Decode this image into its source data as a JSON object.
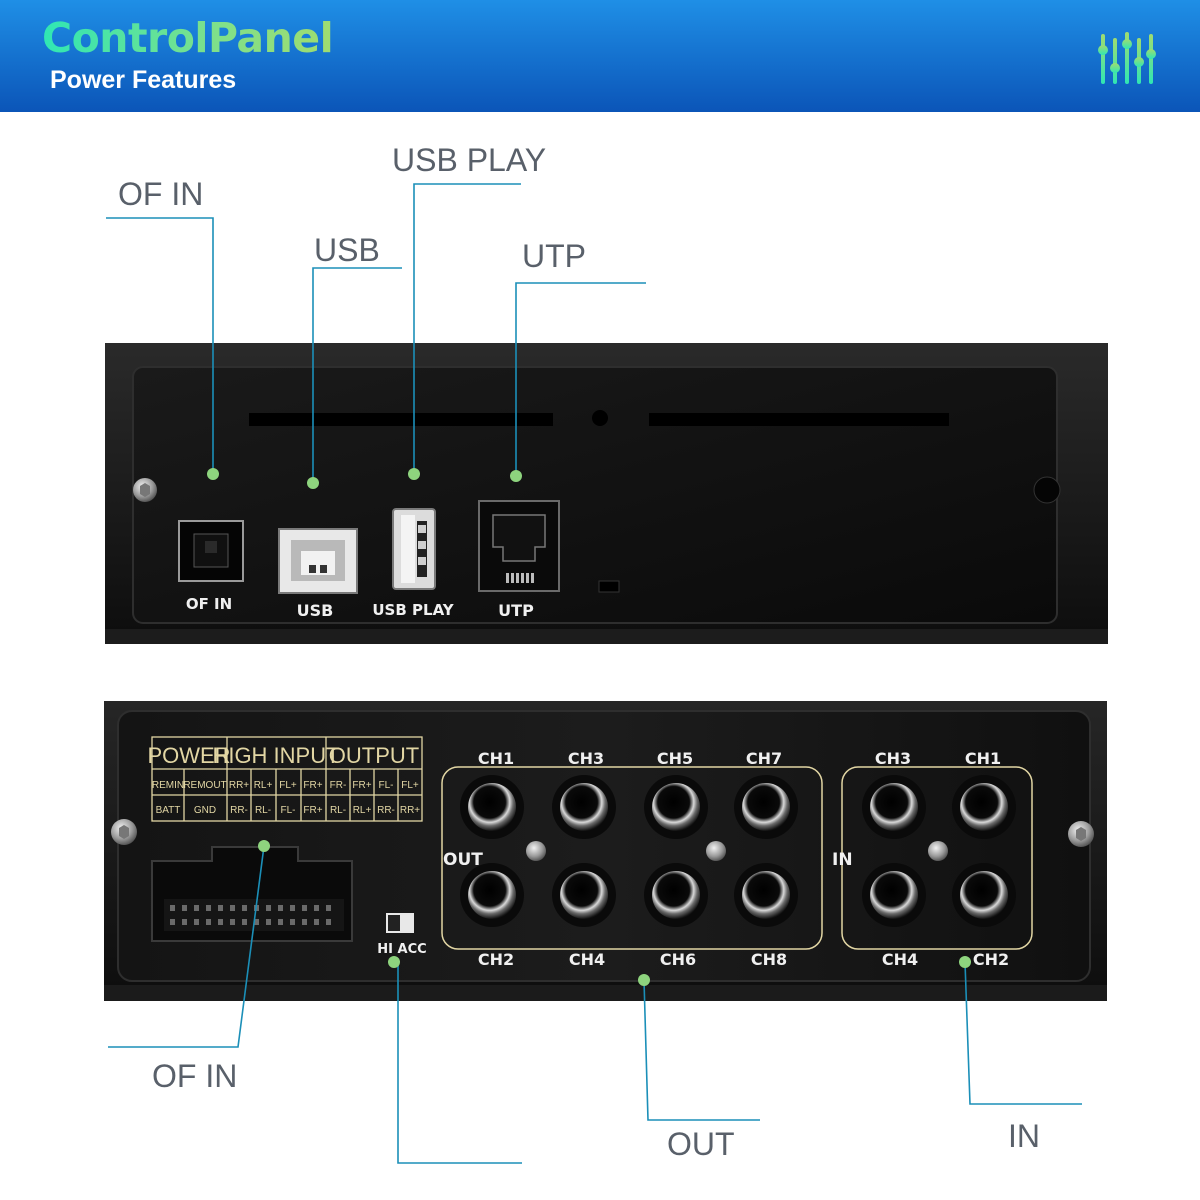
{
  "header": {
    "title": "ControlPanel",
    "subtitle": "Power Features"
  },
  "colors": {
    "header_top": "#1f8fe6",
    "header_bottom": "#0b55b8",
    "title_gradient": [
      "#2fe6b4",
      "#9fdc70"
    ],
    "leader_line": "#1b8fb8",
    "callout_dot": "#8ed47e",
    "callout_text": "#59606a",
    "panel_silk": "#e2d6a4"
  },
  "icons": {
    "header_icon": "equalizer-icon",
    "screw": "screw-icon"
  },
  "callouts_front": {
    "of_in": "OF IN",
    "usb": "USB",
    "usb_play": "USB PLAY",
    "utp": "UTP"
  },
  "front_panel": {
    "ports": {
      "of_in": "OF IN",
      "usb": "USB",
      "usb_play": "USB PLAY",
      "utp": "UTP"
    }
  },
  "rear_panel": {
    "wiring_table": {
      "headers": [
        "POWER",
        "HIGH INPUT",
        "OUTPUT"
      ],
      "row1": [
        "REMIN",
        "REMOUT",
        "RR+",
        "RL+",
        "FL+",
        "FR+",
        "FR-",
        "FR+",
        "FL-",
        "FL+"
      ],
      "row2": [
        "BATT",
        "GND",
        "RR-",
        "RL-",
        "FL-",
        "FR+",
        "RL-",
        "RL+",
        "RR-",
        "RR+"
      ]
    },
    "switch_label": "HI ACC",
    "out_label": "OUT",
    "in_label": "IN",
    "out_top": [
      "CH1",
      "CH3",
      "CH5",
      "CH7"
    ],
    "out_bottom": [
      "CH2",
      "CH4",
      "CH6",
      "CH8"
    ],
    "in_top": [
      "CH3",
      "CH1"
    ],
    "in_bottom": [
      "CH4",
      "CH2"
    ]
  },
  "callouts_rear": {
    "of_in": "OF IN",
    "out": "OUT",
    "in": "IN"
  }
}
